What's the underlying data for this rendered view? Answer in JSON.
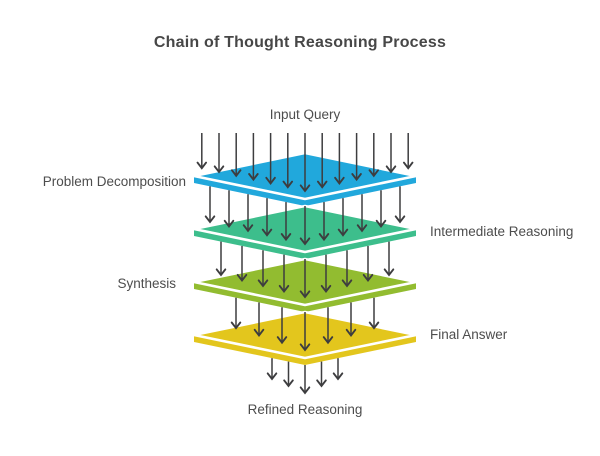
{
  "title": "Chain of Thought Reasoning Process",
  "flow": {
    "input_label": "Input Query",
    "output_label": "Refined Reasoning"
  },
  "layers": [
    {
      "label": "Problem Decomposition",
      "side": "left",
      "color": "#21A8DC"
    },
    {
      "label": "Intermediate Reasoning",
      "side": "right",
      "color": "#3DBE8C"
    },
    {
      "label": "Synthesis",
      "side": "left",
      "color": "#92BC30"
    },
    {
      "label": "Final Answer",
      "side": "right",
      "color": "#E3C61D"
    }
  ],
  "arrow_bands": [
    {
      "name": "input-to-problem-decomposition",
      "count": 13
    },
    {
      "name": "problem-decomposition-to-intermediate-reasoning",
      "count": 11
    },
    {
      "name": "intermediate-reasoning-to-synthesis",
      "count": 9
    },
    {
      "name": "synthesis-to-final-answer",
      "count": 7
    },
    {
      "name": "final-answer-to-refined-reasoning",
      "count": 5
    }
  ],
  "colors": {
    "background": "#FFFFFF",
    "arrow": "#3D3D3F",
    "label_text": "#4D4D4D",
    "title_text": "#474747",
    "layer_separator": "#FFFFFF"
  }
}
